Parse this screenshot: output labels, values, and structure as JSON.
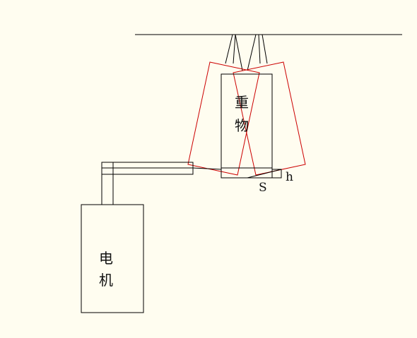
{
  "diagram": {
    "weight_label_line1": "重",
    "weight_label_line2": "物",
    "motor_label_line1": "电",
    "motor_label_line2": "机",
    "label_s": "S",
    "label_h": "h"
  },
  "colors": {
    "background": "#fffdf0",
    "line": "#000000",
    "swing_outline": "#cc0000"
  }
}
